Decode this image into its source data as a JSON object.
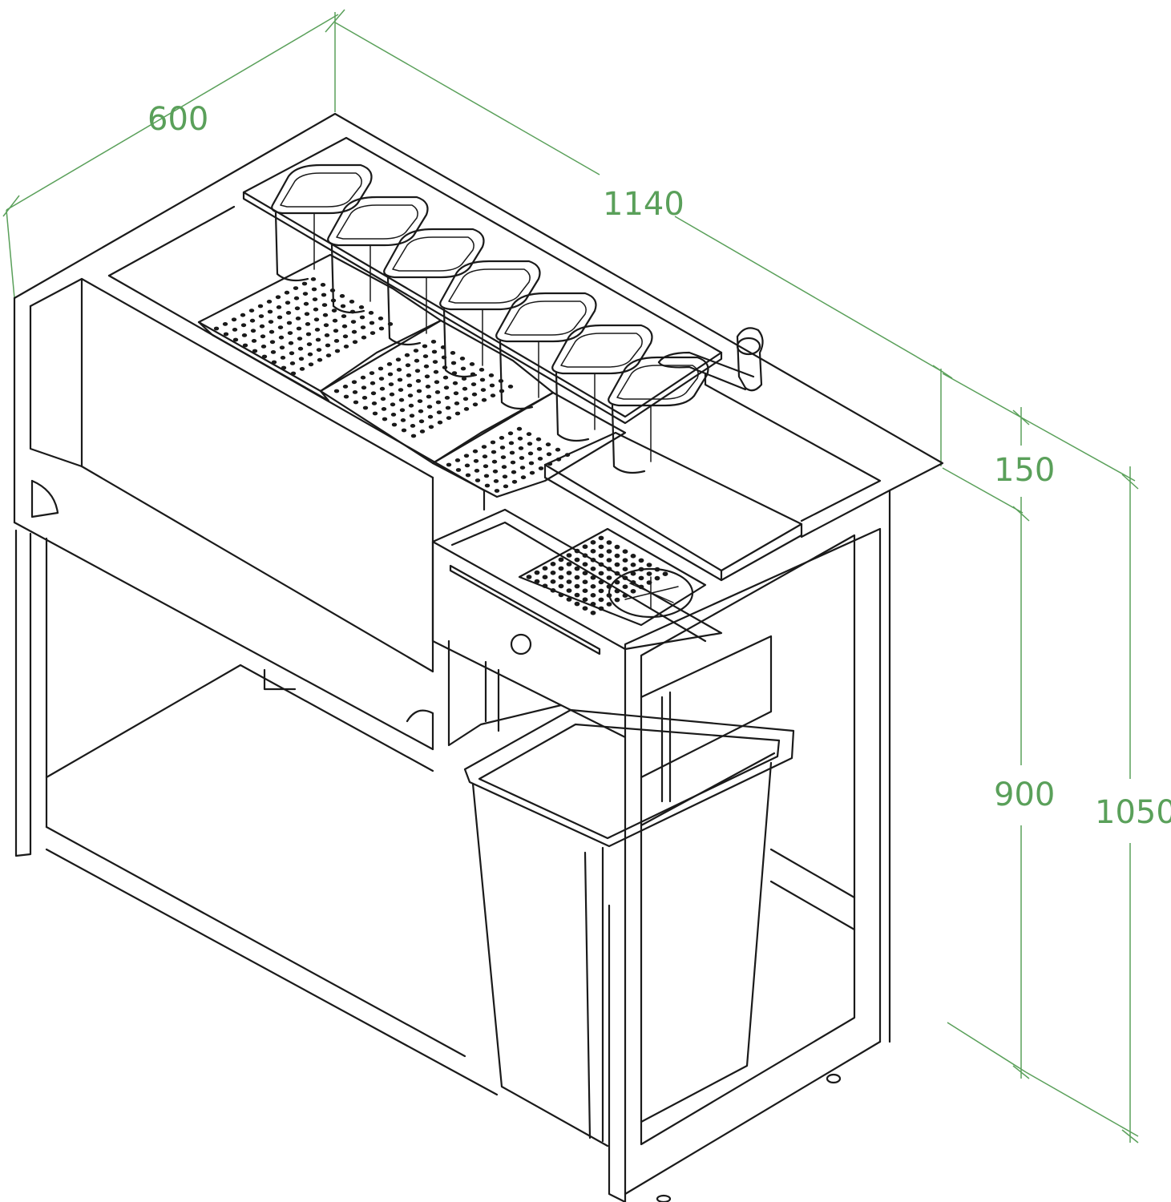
{
  "figure": {
    "subject": "bar station",
    "dimension_color": "#5aa05a",
    "line_color": "#1a1a1a"
  },
  "dimensions": {
    "depth": "600",
    "length": "1140",
    "top_height": "150",
    "counter_height": "900",
    "total_height": "1050"
  }
}
